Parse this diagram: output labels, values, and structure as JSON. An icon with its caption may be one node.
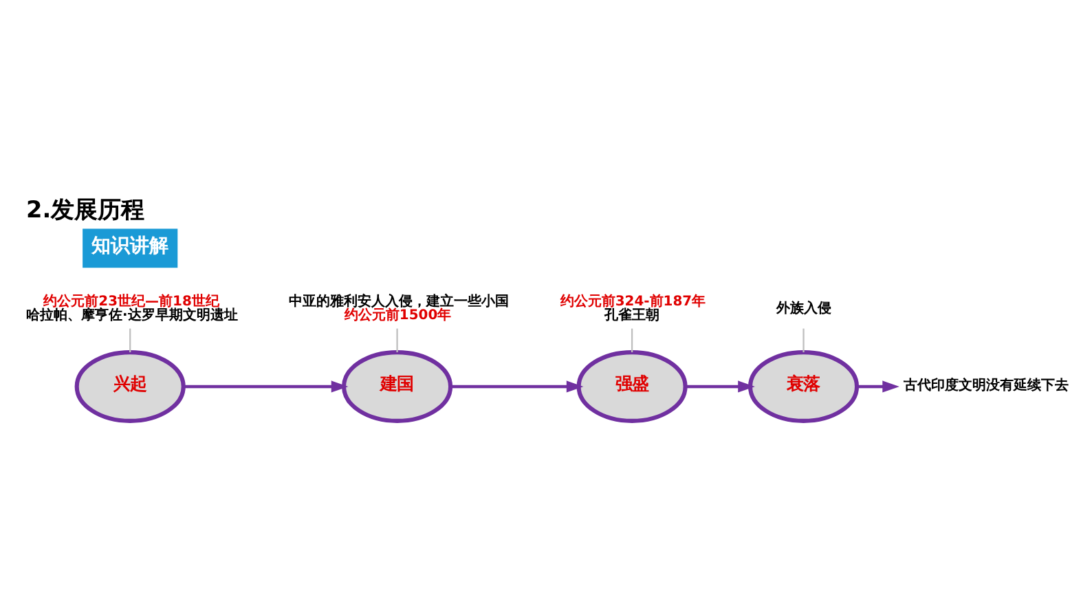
{
  "diagram": {
    "title": "2.发展历程",
    "nodes": [
      {
        "text": [
          "兴起"
        ]
      },
      {
        "text": [
          "建国"
        ]
      },
      {
        "text": [
          "强盛"
        ]
      },
      {
        "text": [
          "衰落"
        ]
      },
      {
        "text": [
          "古代印度文明没有延续下去"
        ]
      },
      {
        "text": [
          "约公元前23世纪—前18世纪",
          "哈拉帕、摩亨佐·达罗早期文明遗址"
        ]
      },
      {
        "text": [
          "中亚的雅利安人入侵，建立一些小国",
          "约公元前1500年"
        ]
      },
      {
        "text": [
          "约公元前324-前187年",
          "孔雀王朝"
        ]
      },
      {
        "text": [
          "外族入侵"
        ]
      }
    ],
    "edges": [
      {
        "from": 0,
        "to": 1,
        "arrow": "to"
      },
      {
        "from": 1,
        "to": 2,
        "arrow": "to"
      },
      {
        "from": 2,
        "to": 3,
        "arrow": "to"
      },
      {
        "from": 3,
        "to": 4,
        "arrow": "to"
      },
      {
        "from": 5,
        "to": 0,
        "arrow": "none",
        "color": "#bfbfbf"
      },
      {
        "from": 6,
        "to": 1,
        "arrow": "none",
        "color": "#bfbfbf"
      },
      {
        "from": 7,
        "to": 2,
        "arrow": "none",
        "color": "#bfbfbf"
      },
      {
        "from": 8,
        "to": 3,
        "arrow": "none",
        "color": "#bfbfbf"
      }
    ],
    "labels": [
      "知识讲解"
    ]
  }
}
